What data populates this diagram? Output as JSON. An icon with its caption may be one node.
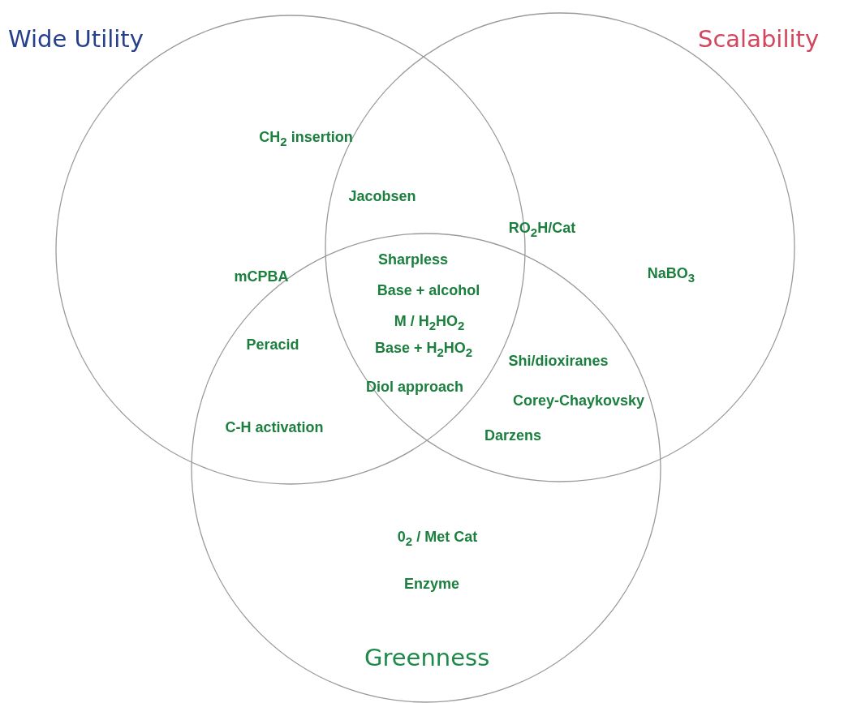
{
  "diagram": {
    "nodes": [
      {
        "text": [
          "Wide Utility"
        ]
      },
      {
        "text": [
          "Scalability"
        ]
      },
      {
        "text": [
          "Greenness"
        ]
      }
    ],
    "labels": [
      "CH$_{2}$ insertion",
      "Jacobsen",
      "RO$_{2}$H/Cat",
      "Sharpless",
      "mCPBA",
      "NaBO$_{3}$",
      "Base + alcohol",
      "M / H$_{2}$HO$_{2}$",
      "Peracid",
      "Base + H$_{2}$HO$_{2}$",
      "Shi/dioxiranes",
      "Diol approach",
      "Corey-Chaykovsky",
      "C-H activation",
      "Darzens",
      "0$_{2}$ / Met Cat",
      "Enzyme"
    ]
  }
}
